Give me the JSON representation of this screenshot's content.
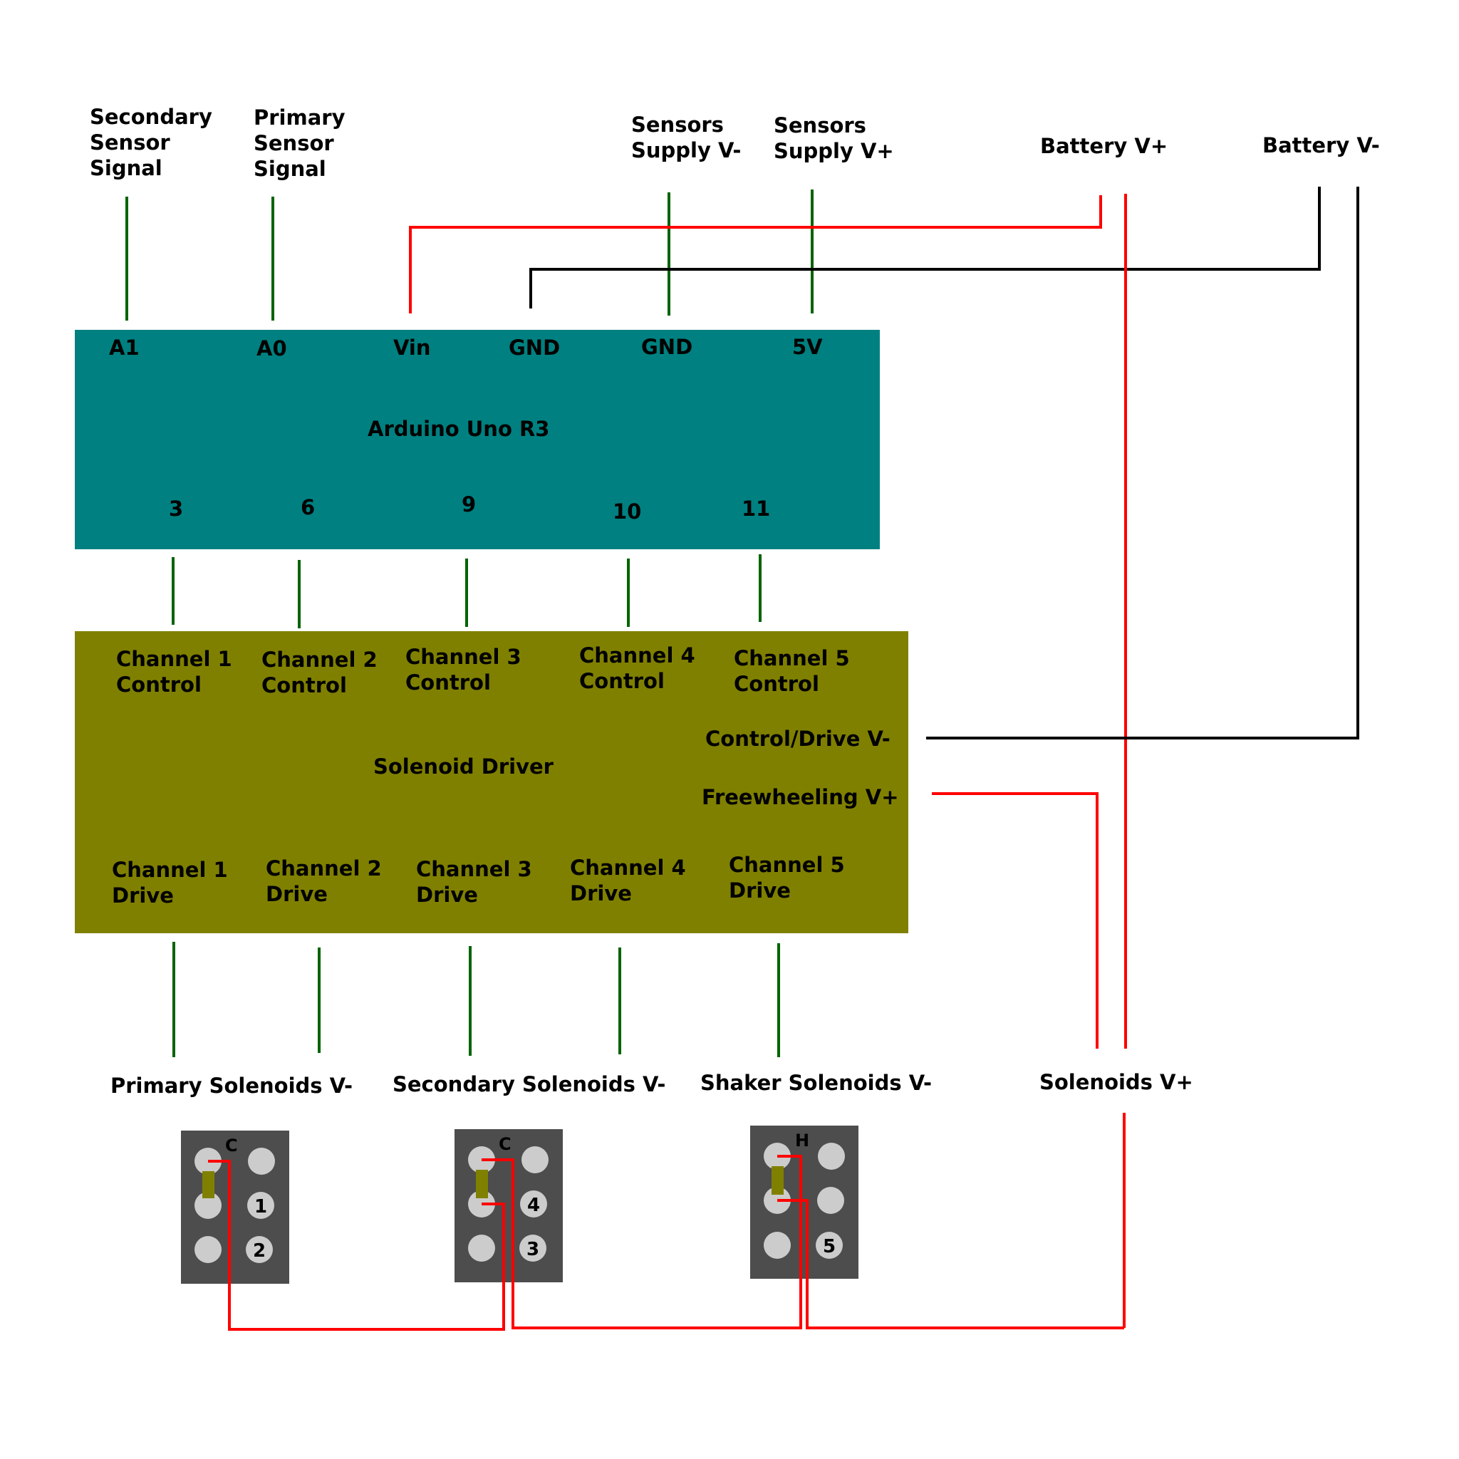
{
  "colors": {
    "arduino": "#008080",
    "driver": "#808000",
    "connector": "#4d4d4d",
    "pin": "#cccccc",
    "jumper": "#808000",
    "signal_wire": "#006400",
    "power_wire": "#ff0000",
    "ground_wire": "#000000"
  },
  "top_labels": {
    "secondary_sensor": [
      "Secondary",
      "Sensor",
      "Signal"
    ],
    "primary_sensor": [
      "Primary",
      "Sensor",
      "Signal"
    ],
    "sensors_supply_neg": [
      "Sensors",
      "Supply V-"
    ],
    "sensors_supply_pos": [
      "Sensors",
      "Supply V+"
    ],
    "battery_pos": "Battery V+",
    "battery_neg": "Battery V-"
  },
  "arduino": {
    "title": "Arduino Uno R3",
    "top_pins": [
      "A1",
      "A0",
      "Vin",
      "GND",
      "GND",
      "5V"
    ],
    "bottom_pins": [
      "3",
      "6",
      "9",
      "10",
      "11"
    ]
  },
  "driver": {
    "title": "Solenoid Driver",
    "controls": [
      [
        "Channel 1",
        "Control"
      ],
      [
        "Channel 2",
        "Control"
      ],
      [
        "Channel 3",
        "Control"
      ],
      [
        "Channel 4",
        "Control"
      ],
      [
        "Channel 5",
        "Control"
      ]
    ],
    "drives": [
      [
        "Channel 1",
        "Drive"
      ],
      [
        "Channel 2",
        "Drive"
      ],
      [
        "Channel 3",
        "Drive"
      ],
      [
        "Channel 4",
        "Drive"
      ],
      [
        "Channel 5",
        "Drive"
      ]
    ],
    "ctrl_drive_neg": "Control/Drive V-",
    "freewheeling_pos": "Freewheeling V+"
  },
  "bottom_labels": {
    "primary": "Primary Solenoids V-",
    "secondary": "Secondary Solenoids V-",
    "shaker": "Shaker Solenoids V-",
    "solenoids_pos": "Solenoids V+"
  },
  "connectors": [
    {
      "header": "C",
      "nums": [
        "1",
        "2"
      ]
    },
    {
      "header": "C",
      "nums": [
        "4",
        "3"
      ]
    },
    {
      "header": "H",
      "nums": [
        "5"
      ]
    }
  ]
}
